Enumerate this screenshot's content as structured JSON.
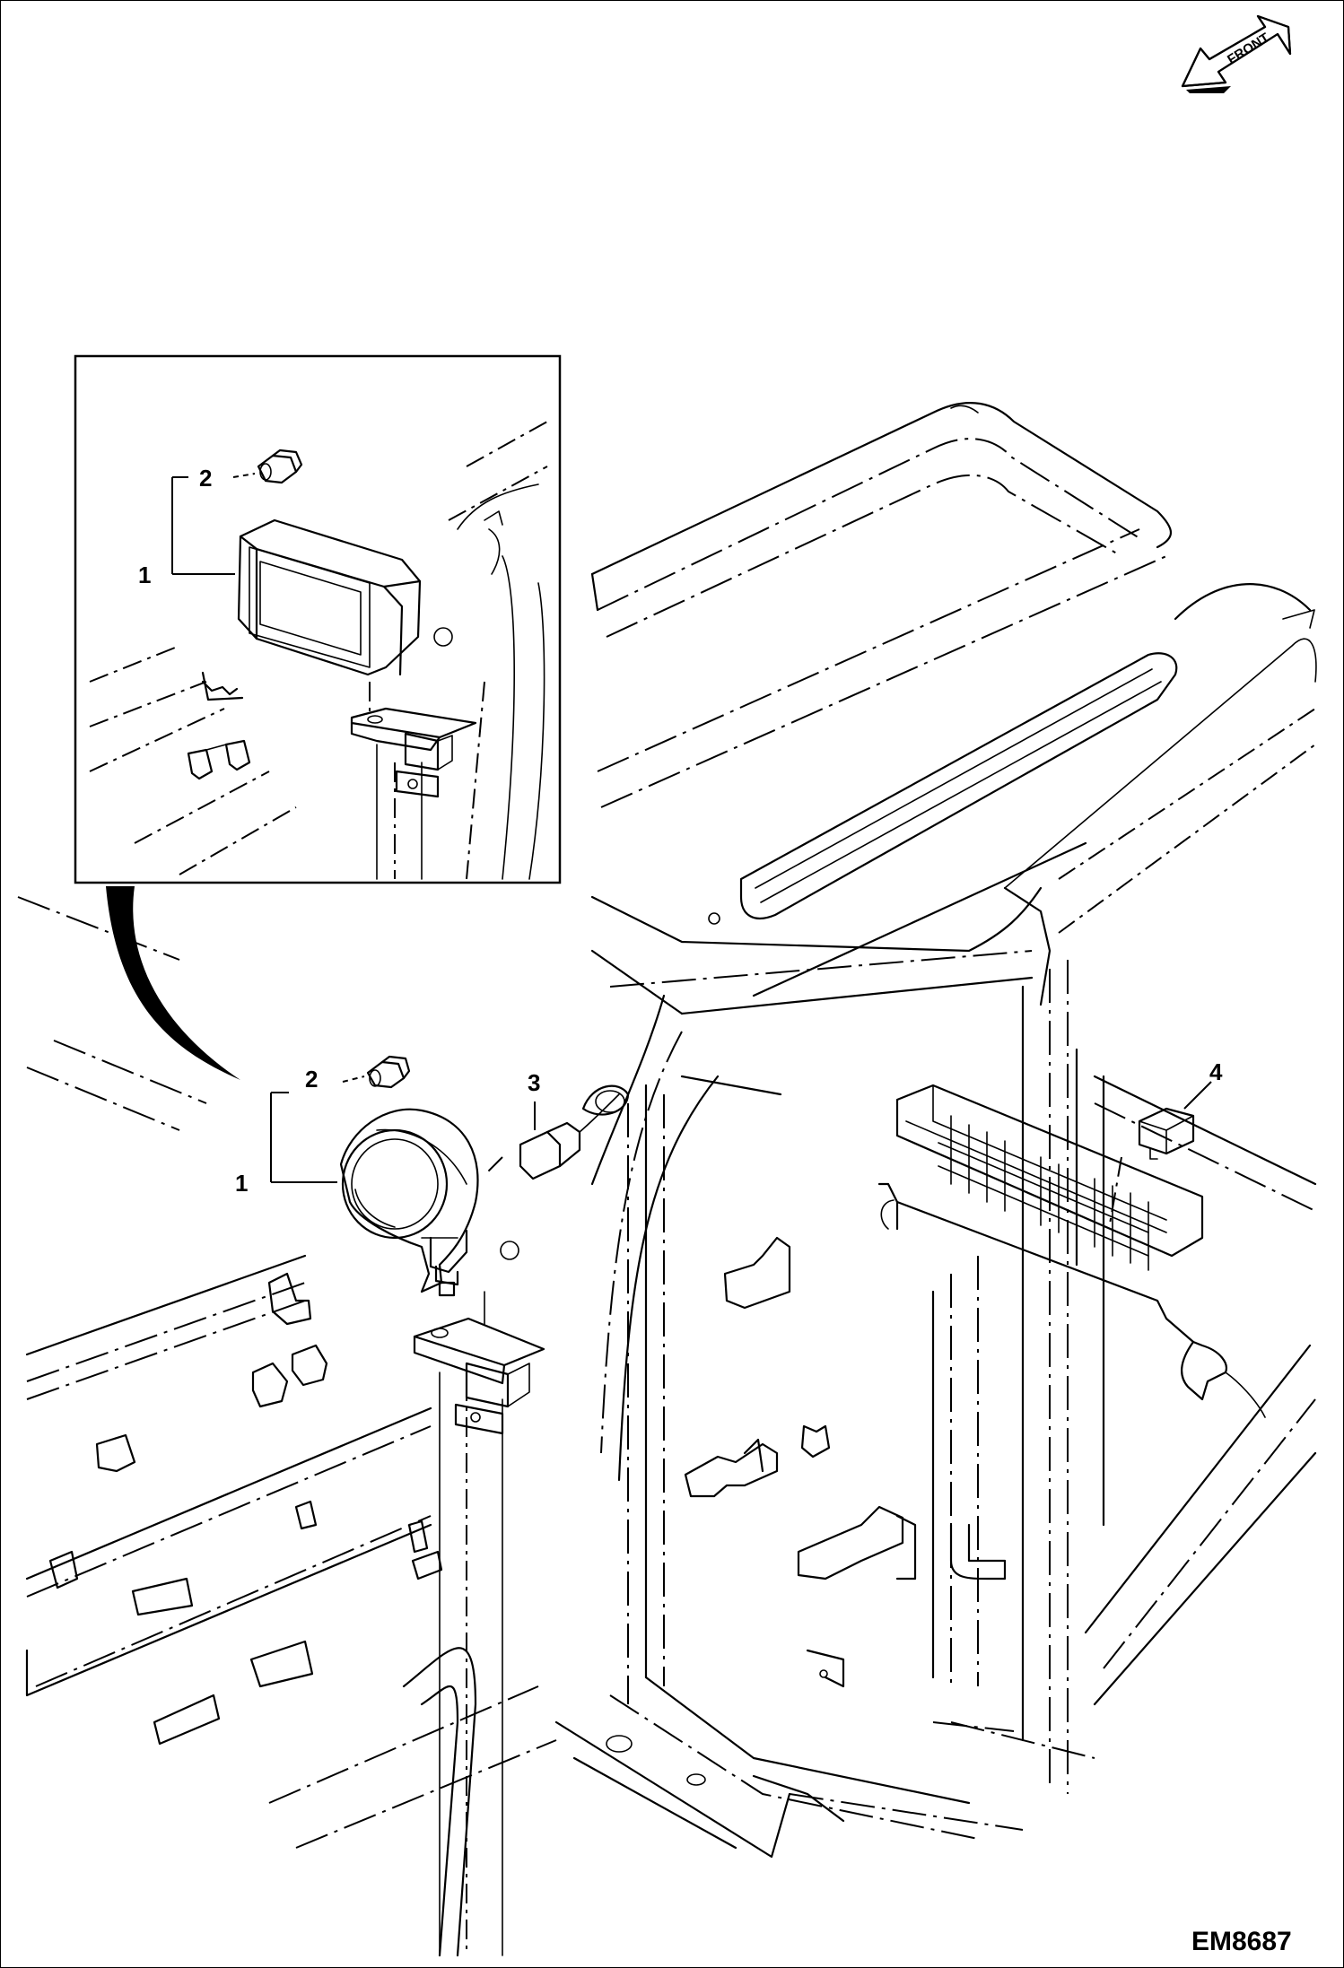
{
  "diagram": {
    "orientation_label": "FRONT",
    "callouts": {
      "inset_lamp": "1",
      "inset_bolt": "2",
      "main_lamp": "1",
      "main_bolt": "2",
      "connector": "3",
      "relay": "4"
    },
    "document_id": "EM8687"
  },
  "icons": [
    "front-arrow-icon",
    "inset-pointer-arrow"
  ]
}
